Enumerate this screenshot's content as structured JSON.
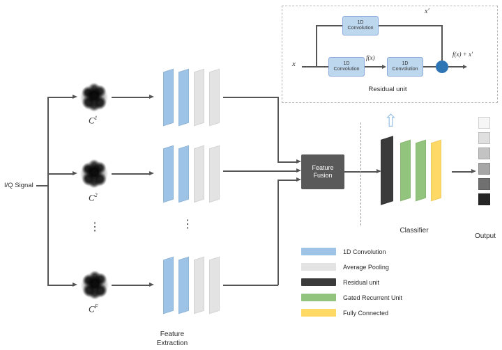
{
  "diagram": {
    "input_label": "I/Q Signal",
    "branch_labels": [
      {
        "base": "C",
        "sup": "1"
      },
      {
        "base": "C",
        "sup": "2"
      },
      {
        "base": "C",
        "sup": "F"
      }
    ],
    "dots": "⋮",
    "feature_extraction_label": "Feature Extraction",
    "fusion_label": "Feature Fusion",
    "classifier_label": "Classifier",
    "output_label": "Output",
    "up_arrow": "⇧"
  },
  "residual_unit": {
    "caption": "Residual unit",
    "input_label": "x",
    "skip_output_label": "x′",
    "conv_top_label": "1D Convolution",
    "conv1_label": "1D Convolution",
    "conv2_label": "1D Convolution",
    "fx_label": "f(x)",
    "sum_output_label": "f(x) + x′"
  },
  "legend": {
    "items": [
      {
        "label": "1D Convolution",
        "color": "#9DC3E6"
      },
      {
        "label": "Average Pooling",
        "color": "#E3E3E3"
      },
      {
        "label": "Residual unit",
        "color": "#3B3B3B"
      },
      {
        "label": "Gated Recurrent Unit",
        "color": "#93C47D"
      },
      {
        "label": "Fully Connected",
        "color": "#FFD966"
      }
    ]
  },
  "colors": {
    "conv_blue": "#9DC3E6",
    "pool_gray": "#E3E3E3",
    "residual_black": "#3B3B3B",
    "gru_green": "#93C47D",
    "fc_yellow": "#FFD966",
    "fusion_box": "#595959",
    "add_node": "#2E75B6",
    "line": "#555555"
  },
  "output_swatches": [
    "#F6F6F6",
    "#DFDFDF",
    "#C3C3C3",
    "#A6A6A6",
    "#707070",
    "#262626"
  ]
}
